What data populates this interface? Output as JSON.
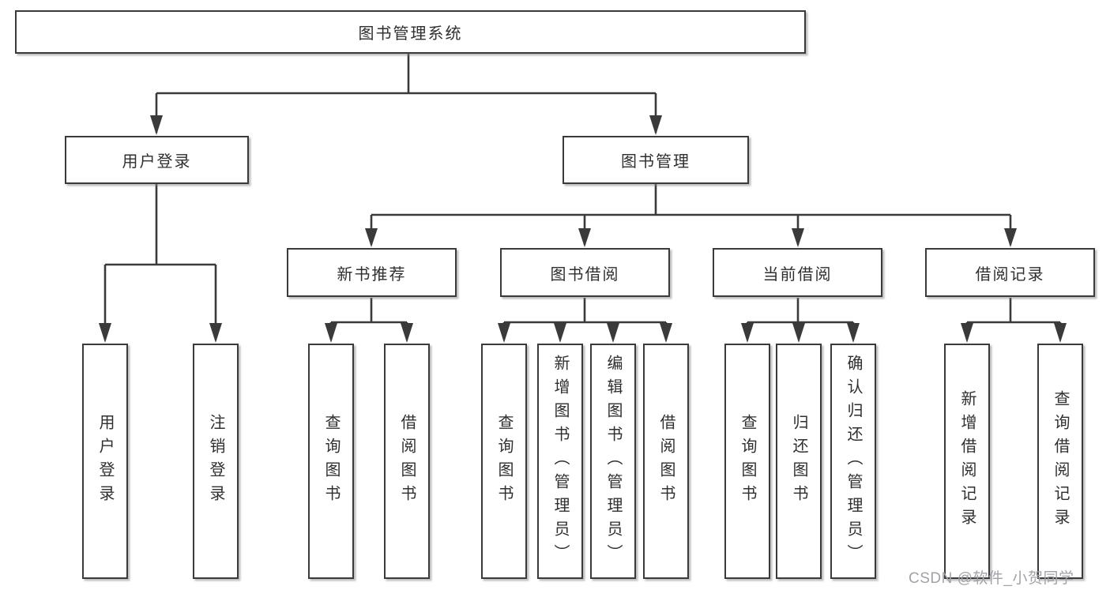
{
  "diagram": {
    "root": "图书管理系统",
    "level2": [
      "用户登录",
      "图书管理"
    ],
    "level3": [
      "新书推荐",
      "图书借阅",
      "当前借阅",
      "借阅记录"
    ],
    "leaves": {
      "user_login": [
        "用户登录",
        "注销登录"
      ],
      "new_book_recommend": [
        "查询图书",
        "借阅图书"
      ],
      "book_borrow": [
        "查询图书",
        "新增图书（管理员）",
        "编辑图书（管理员）",
        "借阅图书"
      ],
      "current_borrow": [
        "查询图书",
        "归还图书",
        "确认归还（管理员）"
      ],
      "borrow_record": [
        "新增借阅记录",
        "查询借阅记录"
      ]
    },
    "watermark": "CSDN @软件_小贺同学",
    "colors": {
      "line": "#3a3a3a",
      "text": "#2f2f2f",
      "box_background": "#ffffff",
      "watermark": "#a2a2a8",
      "background": "#ffffff"
    }
  }
}
